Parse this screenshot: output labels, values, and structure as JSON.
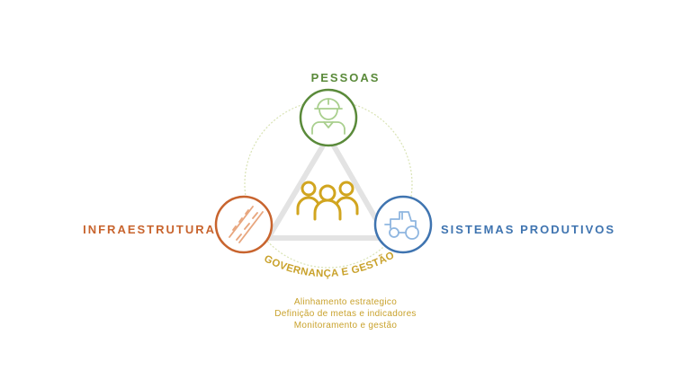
{
  "colors": {
    "pessoas": "#5a8a3a",
    "pessoas_light": "#a9cf8e",
    "infraestrutura": "#c8642e",
    "infraestrutura_light": "#e8a67e",
    "sistemas": "#3f74b0",
    "sistemas_light": "#8fb6e0",
    "governanca": "#d1a51f",
    "governanca_text": "#c9a22c",
    "triangle": "#e3e3e3",
    "ring": "#d9e3b5"
  },
  "nodes": {
    "pessoas": {
      "label": "PESSOAS",
      "icon": "worker-helmet-icon"
    },
    "infraestrutura": {
      "label": "INFRAESTRUTURA",
      "icon": "road-icon"
    },
    "sistemas": {
      "label": "SISTEMAS PRODUTIVOS",
      "icon": "tractor-icon"
    }
  },
  "center": {
    "icon": "people-group-icon",
    "title": "GOVERNANÇA E GESTÃO",
    "items": [
      "Alinhamento estrategico",
      "Definição de metas e indicadores",
      "Monitoramento e gestão"
    ]
  }
}
